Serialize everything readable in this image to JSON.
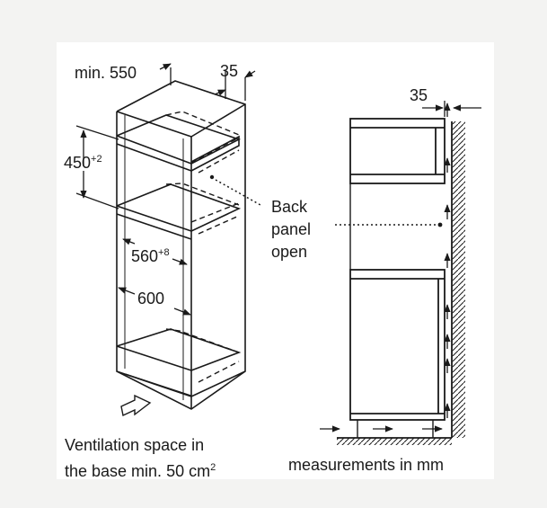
{
  "dimensions": {
    "min_width": "min. 550",
    "side_depth": "35",
    "niche_height_value": "450",
    "niche_height_tol": "+2",
    "inner_width_value": "560",
    "inner_width_tol": "+8",
    "outer_width": "600",
    "wall_gap": "35"
  },
  "back_panel": {
    "line1": "Back",
    "line2": "panel",
    "line3": "open"
  },
  "captions": {
    "ventilation_line1": "Ventilation space in",
    "ventilation_line2_text": "the base min. 50 cm",
    "ventilation_line2_sup": "2",
    "units": "measurements in mm"
  },
  "colors": {
    "background": "#f3f3f2",
    "panel": "#ffffff",
    "line": "#1a1a1a"
  }
}
